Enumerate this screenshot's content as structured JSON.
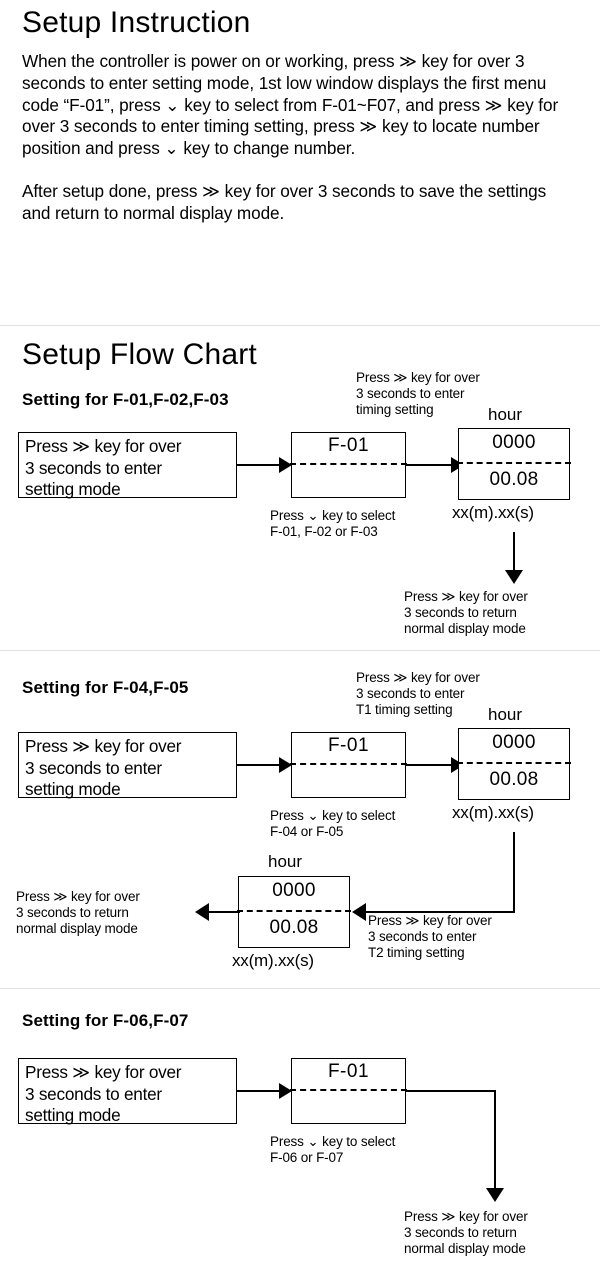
{
  "instruction": {
    "title": "Setup Instruction",
    "paragraph1": "When the controller is power on or working, press ≫ key for over 3 seconds to enter setting mode, 1st low window displays the first menu code “F-01”, press ⌄ key to select from F-01~F07, and press ≫ key for over 3 seconds to enter timing setting, press ≫ key to locate number position and press ⌄ key to change number.",
    "paragraph2": "After setup done, press ≫ key for over 3 seconds to save the settings and return to normal display mode."
  },
  "flowchart": {
    "title": "Setup Flow Chart",
    "glyphs": {
      "double_chevron_right": "≫",
      "chevron_down": "⌄"
    },
    "sections": [
      {
        "id": "f01-f02-f03",
        "title": "Setting for F-01,F-02,F-03",
        "start_box": "Press ≫ key for over\n3 seconds to enter\nsetting mode",
        "menu_box_label": "F-01",
        "menu_note": "Press ⌄ key to select\nF-01, F-02 or F-03",
        "enter_timing_note": "Press ≫ key for over\n3 seconds to enter\ntiming setting",
        "display": {
          "hour_label": "hour",
          "top_value": "0000",
          "bottom_value": "00.08",
          "caption": "xx(m).xx(s)"
        },
        "return_note": "Press ≫ key for over\n3 seconds to return\nnormal display mode"
      },
      {
        "id": "f04-f05",
        "title": "Setting for F-04,F-05",
        "start_box": "Press ≫ key for over\n3 seconds to enter\nsetting mode",
        "menu_box_label": "F-01",
        "menu_note": "Press ⌄ key to select\nF-04 or F-05",
        "enter_timing_note": "Press ≫ key for over\n3 seconds to enter\nT1 timing setting",
        "display_t1": {
          "hour_label": "hour",
          "top_value": "0000",
          "bottom_value": "00.08",
          "caption": "xx(m).xx(s)"
        },
        "enter_t2_note": "Press ≫ key for over\n3 seconds to enter\nT2 timing setting",
        "display_t2": {
          "hour_label": "hour",
          "top_value": "0000",
          "bottom_value": "00.08",
          "caption": "xx(m).xx(s)"
        },
        "return_note": "Press ≫ key for over\n3 seconds to return\nnormal display mode"
      },
      {
        "id": "f06-f07",
        "title": "Setting for F-06,F-07",
        "start_box": "Press ≫ key for over\n3 seconds to enter\nsetting mode",
        "menu_box_label": "F-01",
        "menu_note": "Press ⌄ key to select\nF-06 or F-07",
        "return_note": "Press ≫ key for over\n3 seconds to return\nnormal display mode"
      }
    ]
  }
}
